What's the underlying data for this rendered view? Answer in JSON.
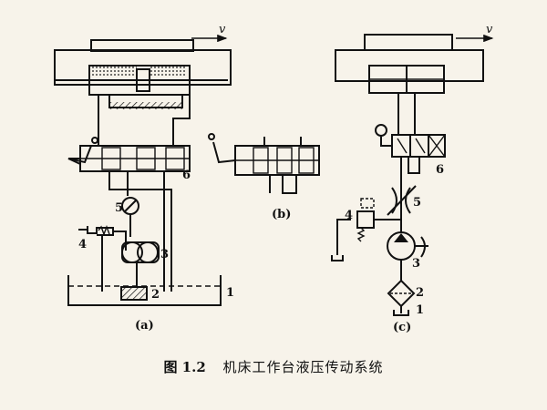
{
  "velocity_label": "v",
  "subfigures": {
    "a": "(a)",
    "b": "(b)",
    "c": "(c)"
  },
  "component_labels": [
    "1",
    "2",
    "3",
    "4",
    "5",
    "6"
  ],
  "caption": {
    "number": "图 1.2",
    "title": "机床工作台液压传动系统"
  }
}
